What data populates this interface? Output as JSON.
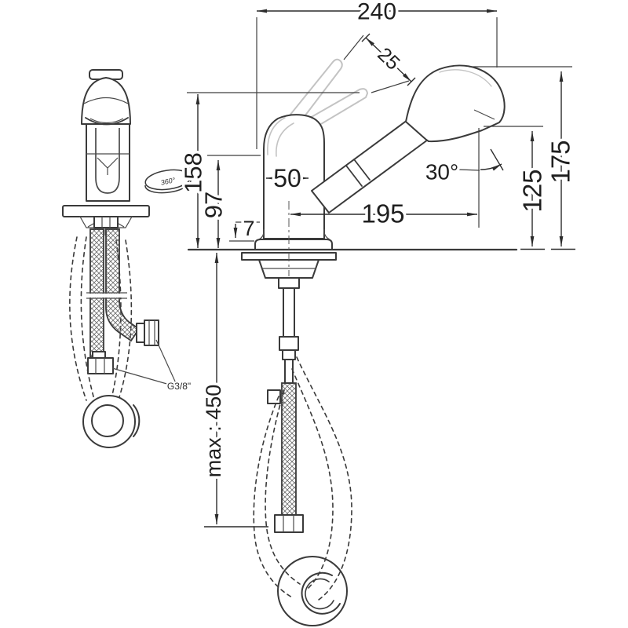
{
  "colors": {
    "ink": "#3a3a3a",
    "ghost": "#c3c3c3",
    "dim": "#2c2c2c",
    "background": "#ffffff"
  },
  "labels": {
    "overall_width": "240",
    "lever_travel": "25",
    "height_lever": "158",
    "height_spout_base": "97",
    "base_plate_height": "7",
    "body_width": "50",
    "spout_reach": "195",
    "spray_angle": "30°",
    "outlet_height": "125",
    "overall_height": "175",
    "hose_extension": "max : 450",
    "connection_thread": "G3/8\"",
    "swivel": "360°"
  }
}
